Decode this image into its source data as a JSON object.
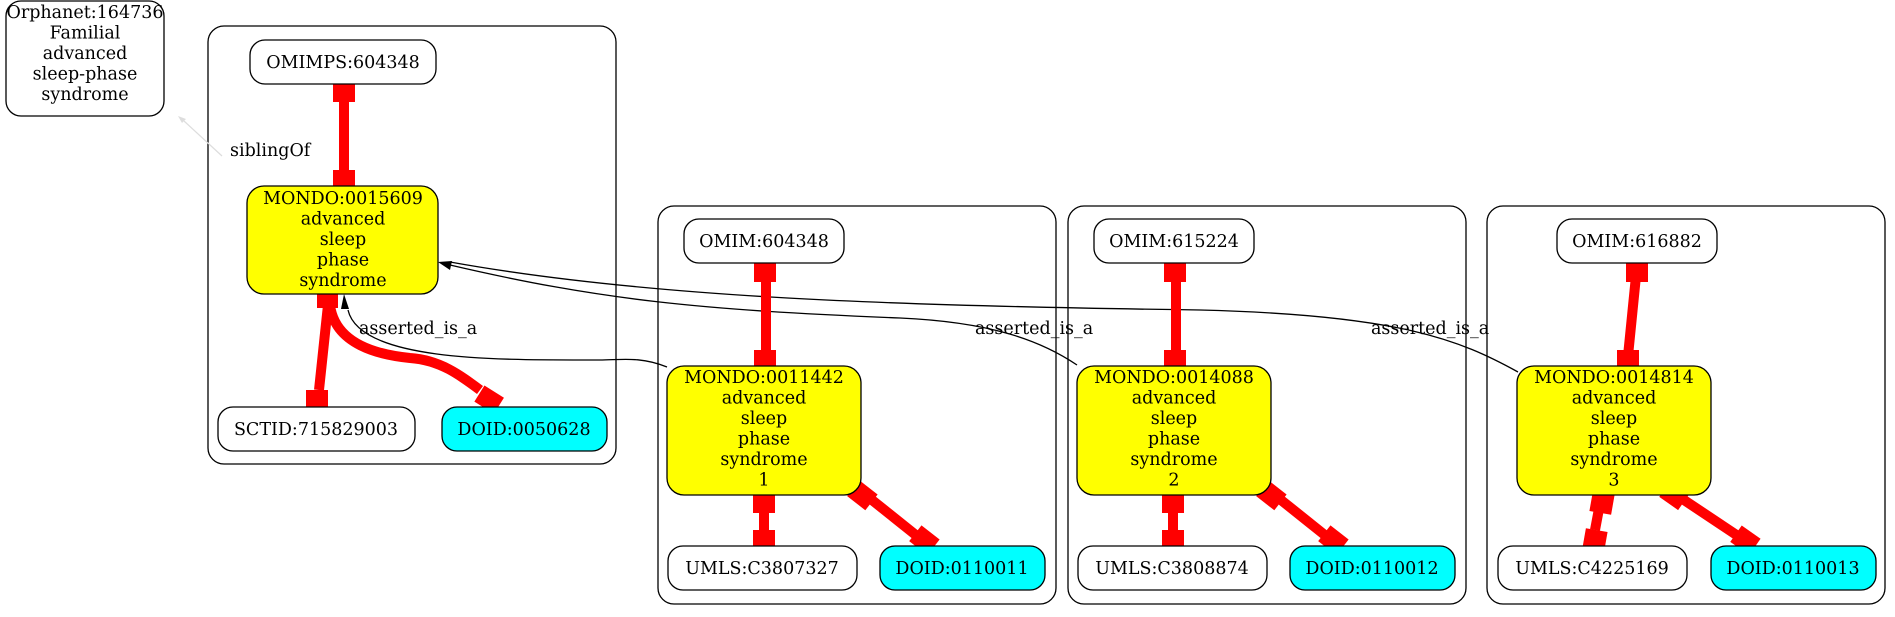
{
  "colors": {
    "mondo_fill": "#ffff00",
    "doid_fill": "#00ffff",
    "plain_fill": "#ffffff",
    "xref_edge": "#ff0000",
    "edge_line": "#000000",
    "sibling_edge": "#dddddd"
  },
  "nodes": {
    "orphanet": [
      "Orphanet:164736",
      "Familial",
      "advanced",
      "sleep-phase",
      "syndrome"
    ],
    "omimps": [
      "OMIMPS:604348"
    ],
    "mondo_0015609": [
      "MONDO:0015609",
      "advanced",
      "sleep",
      "phase",
      "syndrome"
    ],
    "sctid": [
      "SCTID:715829003"
    ],
    "doid_0050628": [
      "DOID:0050628"
    ],
    "omim_604348": [
      "OMIM:604348"
    ],
    "mondo_0011442": [
      "MONDO:0011442",
      "advanced",
      "sleep",
      "phase",
      "syndrome",
      "1"
    ],
    "umls_c3807327": [
      "UMLS:C3807327"
    ],
    "doid_0110011": [
      "DOID:0110011"
    ],
    "omim_615224": [
      "OMIM:615224"
    ],
    "mondo_0014088": [
      "MONDO:0014088",
      "advanced",
      "sleep",
      "phase",
      "syndrome",
      "2"
    ],
    "umls_c3808874": [
      "UMLS:C3808874"
    ],
    "doid_0110012": [
      "DOID:0110012"
    ],
    "omim_616882": [
      "OMIM:616882"
    ],
    "mondo_0014814": [
      "MONDO:0014814",
      "advanced",
      "sleep",
      "phase",
      "syndrome",
      "3"
    ],
    "umls_c4225169": [
      "UMLS:C4225169"
    ],
    "doid_0110013": [
      "DOID:0110013"
    ]
  },
  "edge_labels": {
    "sibling": "siblingOf",
    "isa_1": "asserted_is_a",
    "isa_2": "asserted_is_a",
    "isa_3": "asserted_is_a"
  }
}
